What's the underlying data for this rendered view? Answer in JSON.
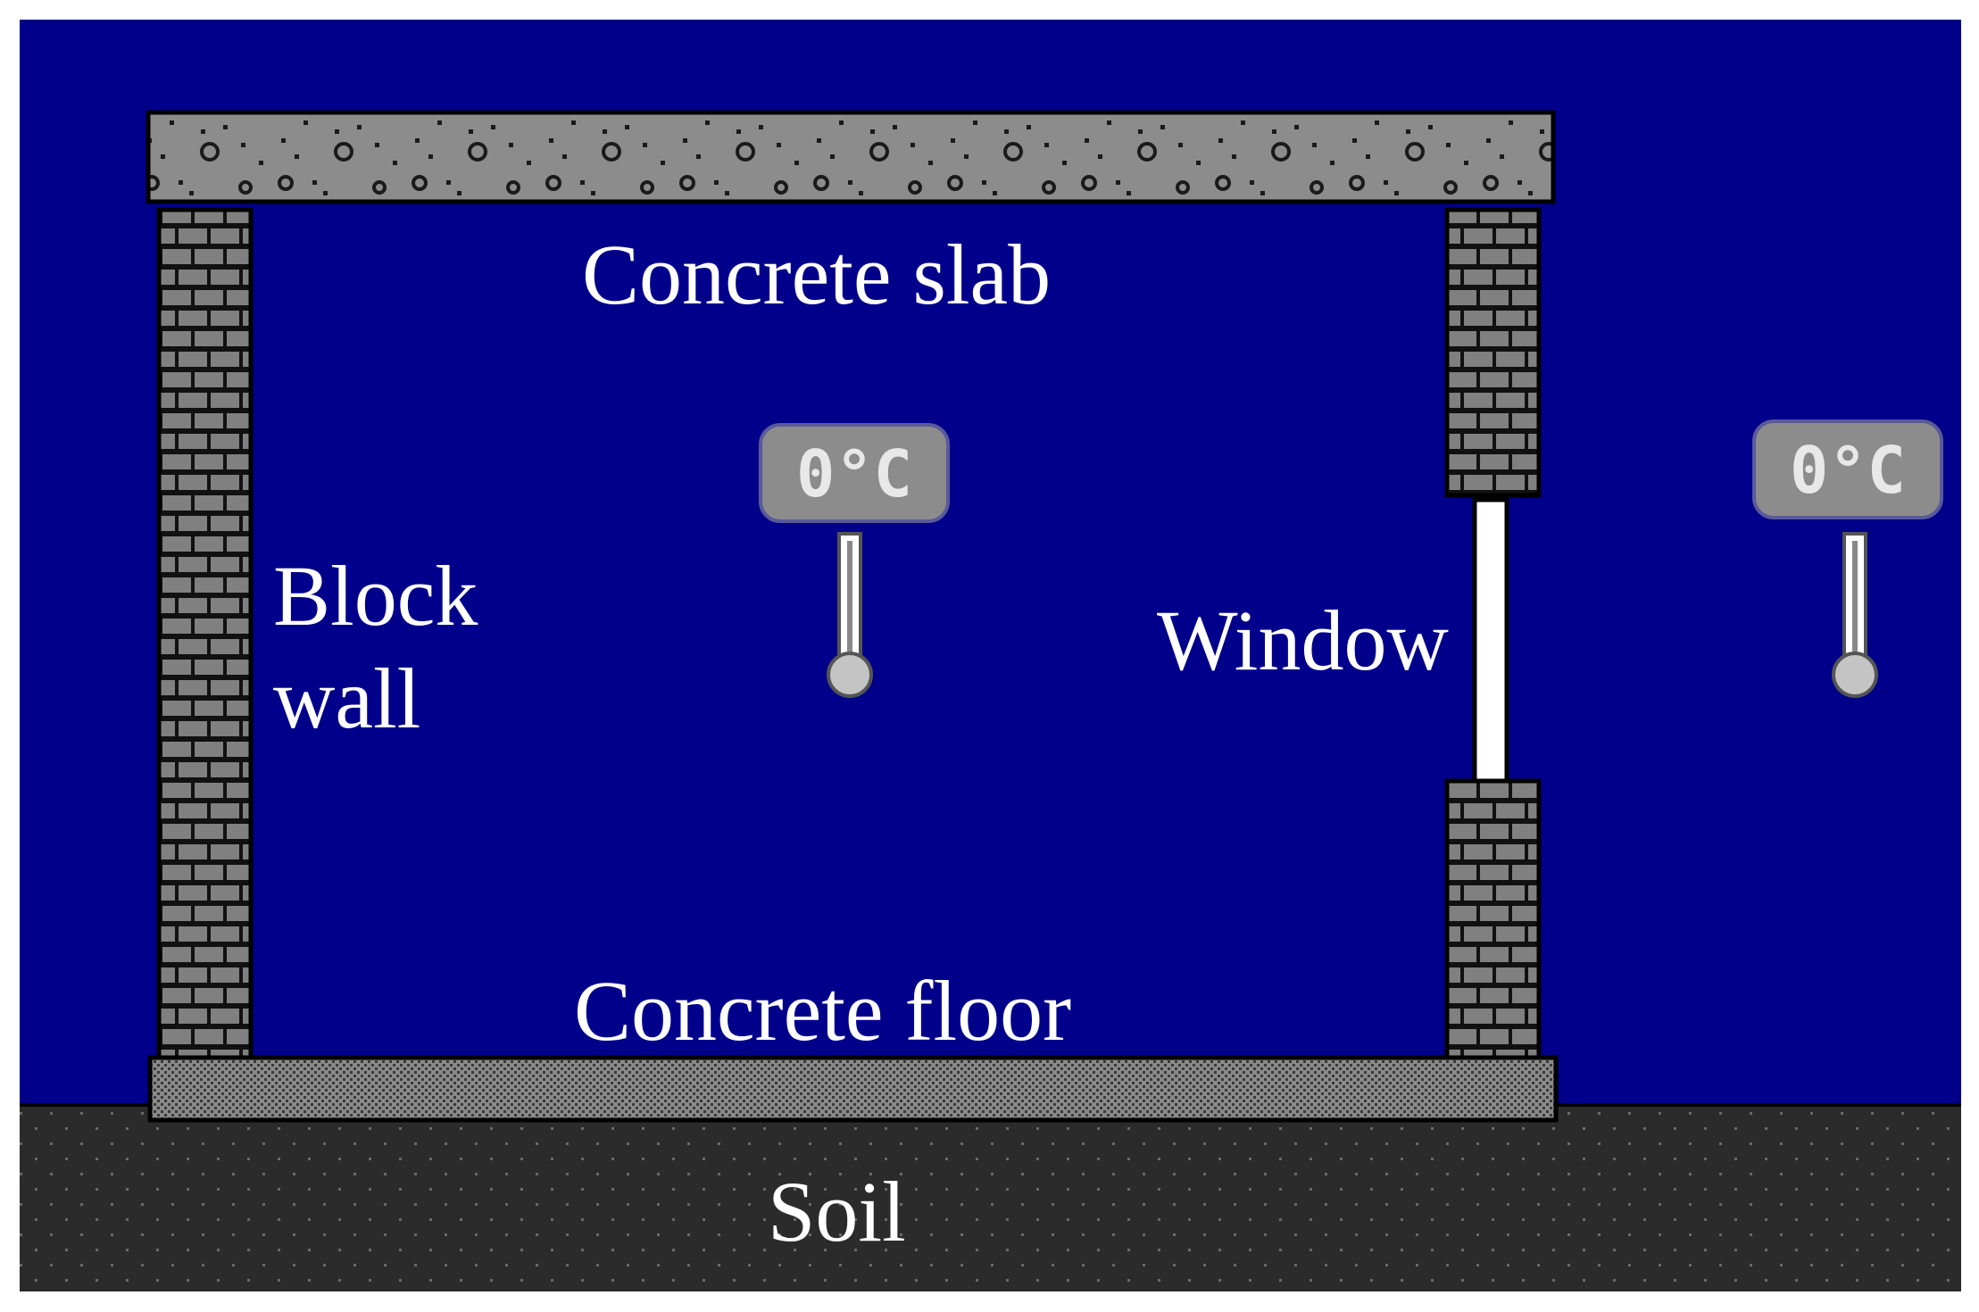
{
  "labels": {
    "slab": "Concrete slab",
    "wall_line1": "Block",
    "wall_line2": "wall",
    "window": "Window",
    "floor": "Concrete floor",
    "soil": "Soil"
  },
  "thermometers": {
    "indoor": {
      "reading": "0°C"
    },
    "outdoor": {
      "reading": "0°C"
    }
  },
  "colors": {
    "sky": "#00008b",
    "soil": "#2b2b2b",
    "concrete": "#8a8a8a",
    "brick": "#808080",
    "window": "#ffffff",
    "thermometer_box": "#8c8c8c"
  }
}
